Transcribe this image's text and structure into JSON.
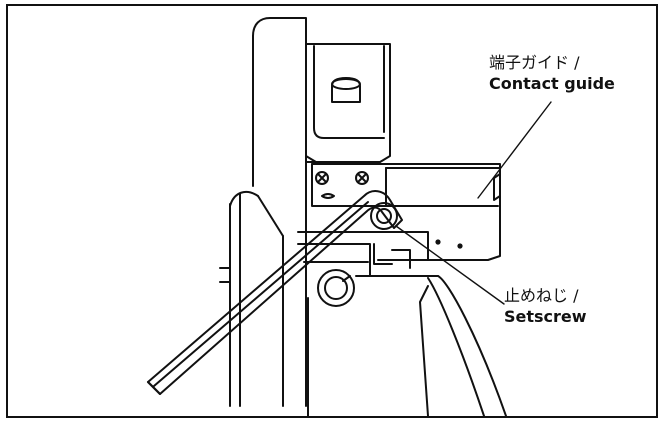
{
  "colors": {
    "line": "#111111",
    "background": "#ffffff"
  },
  "labels": {
    "contact_guide": {
      "ja": "端子ガイド /",
      "en": "Contact guide"
    },
    "setscrew": {
      "ja": "止めねじ /",
      "en": "Setscrew"
    }
  }
}
